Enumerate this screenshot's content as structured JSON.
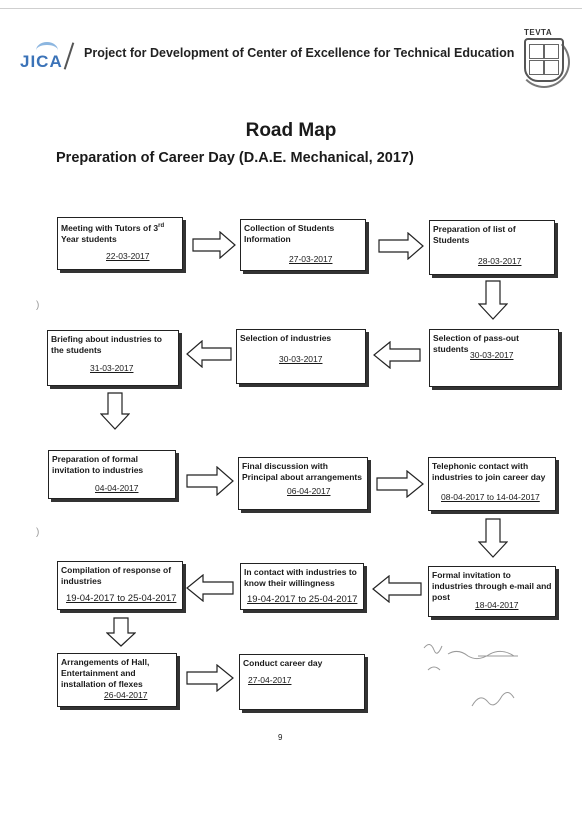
{
  "header": {
    "logo_text": "JICA",
    "title": "Project for Development of Center of Excellence for Technical Education",
    "right_logo_text": "TEVTA"
  },
  "title": "Road Map",
  "subtitle": "Preparation of Career Day (D.A.E. Mechanical, 2017)",
  "steps": [
    {
      "text": "Meeting with Tutors of 3rd Year students",
      "date": "22-03-2017"
    },
    {
      "text": "Collection of Students Information",
      "date": "27-03-2017"
    },
    {
      "text": "Preparation of list of Students",
      "date": "28-03-2017"
    },
    {
      "text": "Selection of pass-out students",
      "date": "30-03-2017"
    },
    {
      "text": "Selection of industries",
      "date": "30-03-2017"
    },
    {
      "text": "Briefing about industries to the students",
      "date": "31-03-2017"
    },
    {
      "text": "Preparation of formal invitation to industries",
      "date": "04-04-2017"
    },
    {
      "text": "Final discussion with Principal about arrangements",
      "date": "06-04-2017"
    },
    {
      "text": "Telephonic contact with industries to join career day",
      "date": "08-04-2017 to 14-04-2017"
    },
    {
      "text": "Formal invitation to industries through e-mail and post",
      "date": "18-04-2017"
    },
    {
      "text": "In contact with industries to know their willingness",
      "date": "19-04-2017 to 25-04-2017"
    },
    {
      "text": "Compilation of response of industries",
      "date": "19-04-2017 to 25-04-2017"
    },
    {
      "text": "Arrangements of Hall, Entertainment and installation of flexes",
      "date": "26-04-2017"
    },
    {
      "text": "Conduct career day",
      "date": "27-04-2017"
    }
  ],
  "page_number": "9"
}
